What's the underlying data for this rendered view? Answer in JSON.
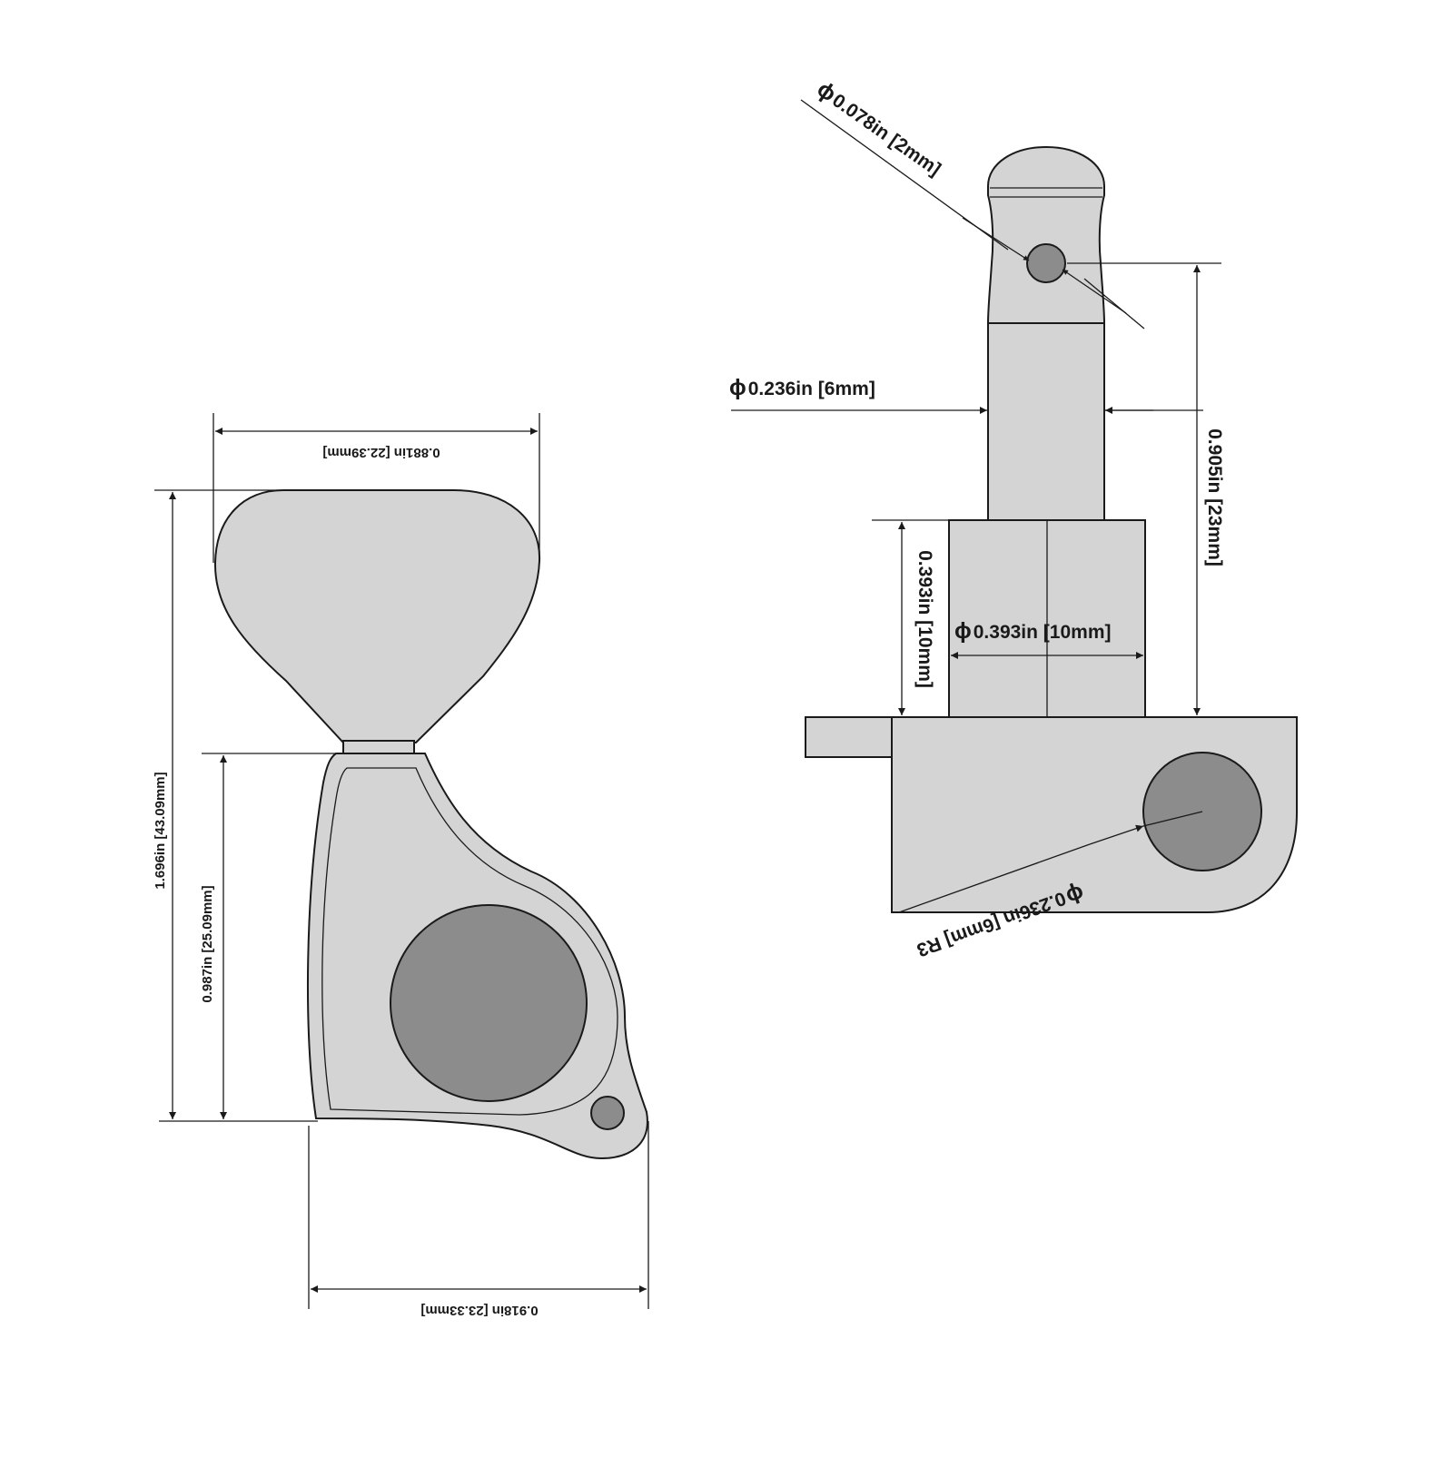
{
  "diagram": {
    "colors": {
      "line": "#1a1a1a",
      "part_fill": "#d4d4d4",
      "hole_fill": "#8c8c8c",
      "background": "#ffffff"
    },
    "front_view": {
      "button_width": {
        "value": "0.881in [22.39mm]"
      },
      "total_height": {
        "value": "1.696in [43.09mm]"
      },
      "housing_height": {
        "value": "0.987in [25.09mm]"
      },
      "housing_width": {
        "value": "0.918in [23.33mm]"
      }
    },
    "side_view": {
      "string_hole": {
        "symbol": "ϕ",
        "value": "0.078in [2mm]"
      },
      "post_diameter": {
        "symbol": "ϕ",
        "value": "0.236in [6mm]"
      },
      "post_height": {
        "value": "0.905in [23mm]"
      },
      "bushing_height": {
        "value": "0.393in [10mm]"
      },
      "bushing_diameter": {
        "symbol": "ϕ",
        "value": "0.393in [10mm]"
      },
      "screw_hole": {
        "symbol": "ϕ",
        "value": "0.236in [6mm] R3"
      }
    }
  }
}
